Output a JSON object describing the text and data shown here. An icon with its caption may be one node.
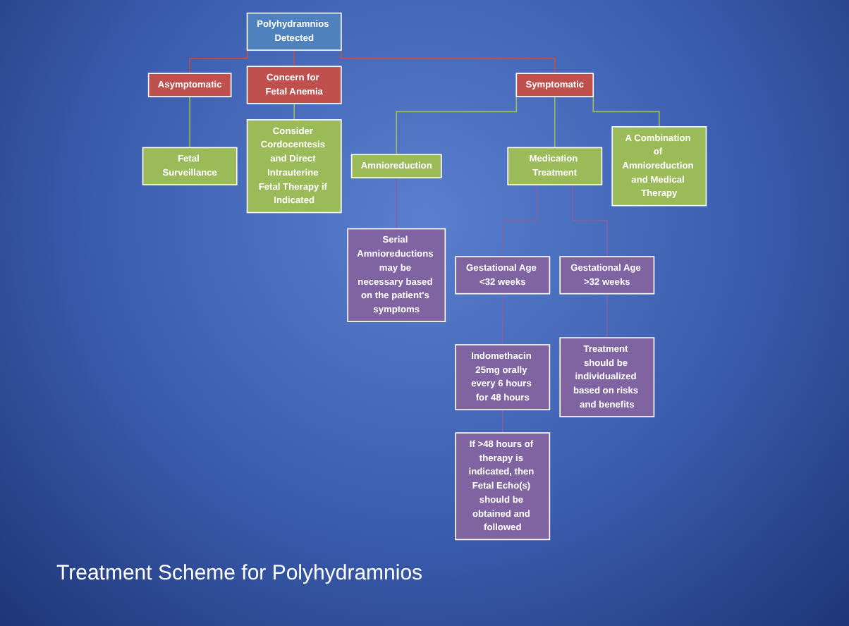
{
  "diagram": {
    "caption": "Treatment Scheme for Polyhydramnios",
    "nodes": [
      {
        "text": [
          "Polyhydramnios Detected"
        ]
      },
      {
        "text": [
          "Asymptomatic"
        ]
      },
      {
        "text": [
          "Concern for Fetal Anemia"
        ]
      },
      {
        "text": [
          "Symptomatic"
        ]
      },
      {
        "text": [
          "Fetal Surveillance"
        ]
      },
      {
        "text": [
          "Consider Cordocentesis and Direct Intrauterine Fetal Therapy if Indicated"
        ]
      },
      {
        "text": [
          "Amnioreduction"
        ]
      },
      {
        "text": [
          "Medication Treatment"
        ]
      },
      {
        "text": [
          "A Combination of Amnioreduction and Medical Therapy"
        ]
      },
      {
        "text": [
          "Serial Amnioreductions may be necessary based on the patient's symptoms"
        ]
      },
      {
        "text": [
          "Gestational Age <32 weeks"
        ]
      },
      {
        "text": [
          "Gestational Age >32 weeks"
        ]
      },
      {
        "text": [
          "Indomethacin 25mg orally every 6 hours for 48 hours"
        ]
      },
      {
        "text": [
          "Treatment should be individualized based on risks and benefits"
        ]
      },
      {
        "text": [
          "If >48 hours of therapy is indicated, then Fetal Echo(s) should be obtained and followed"
        ]
      }
    ],
    "edges": [
      {
        "from": 0,
        "to": 1,
        "arrow": "none",
        "color": "#c0504d"
      },
      {
        "from": 0,
        "to": 2,
        "arrow": "none",
        "color": "#c0504d"
      },
      {
        "from": 0,
        "to": 3,
        "arrow": "none",
        "color": "#c0504d"
      },
      {
        "from": 1,
        "to": 4,
        "arrow": "none",
        "color": "#9bbb59"
      },
      {
        "from": 2,
        "to": 5,
        "arrow": "none",
        "color": "#9bbb59"
      },
      {
        "from": 3,
        "to": 6,
        "arrow": "none",
        "color": "#9bbb59"
      },
      {
        "from": 3,
        "to": 7,
        "arrow": "none",
        "color": "#9bbb59"
      },
      {
        "from": 3,
        "to": 8,
        "arrow": "none",
        "color": "#9bbb59"
      },
      {
        "from": 6,
        "to": 9,
        "arrow": "none"
      },
      {
        "from": 7,
        "to": 10,
        "arrow": "none"
      },
      {
        "from": 7,
        "to": 11,
        "arrow": "none"
      },
      {
        "from": 10,
        "to": 12,
        "arrow": "none"
      },
      {
        "from": 11,
        "to": 13,
        "arrow": "none"
      },
      {
        "from": 12,
        "to": 14,
        "arrow": "none"
      }
    ]
  }
}
